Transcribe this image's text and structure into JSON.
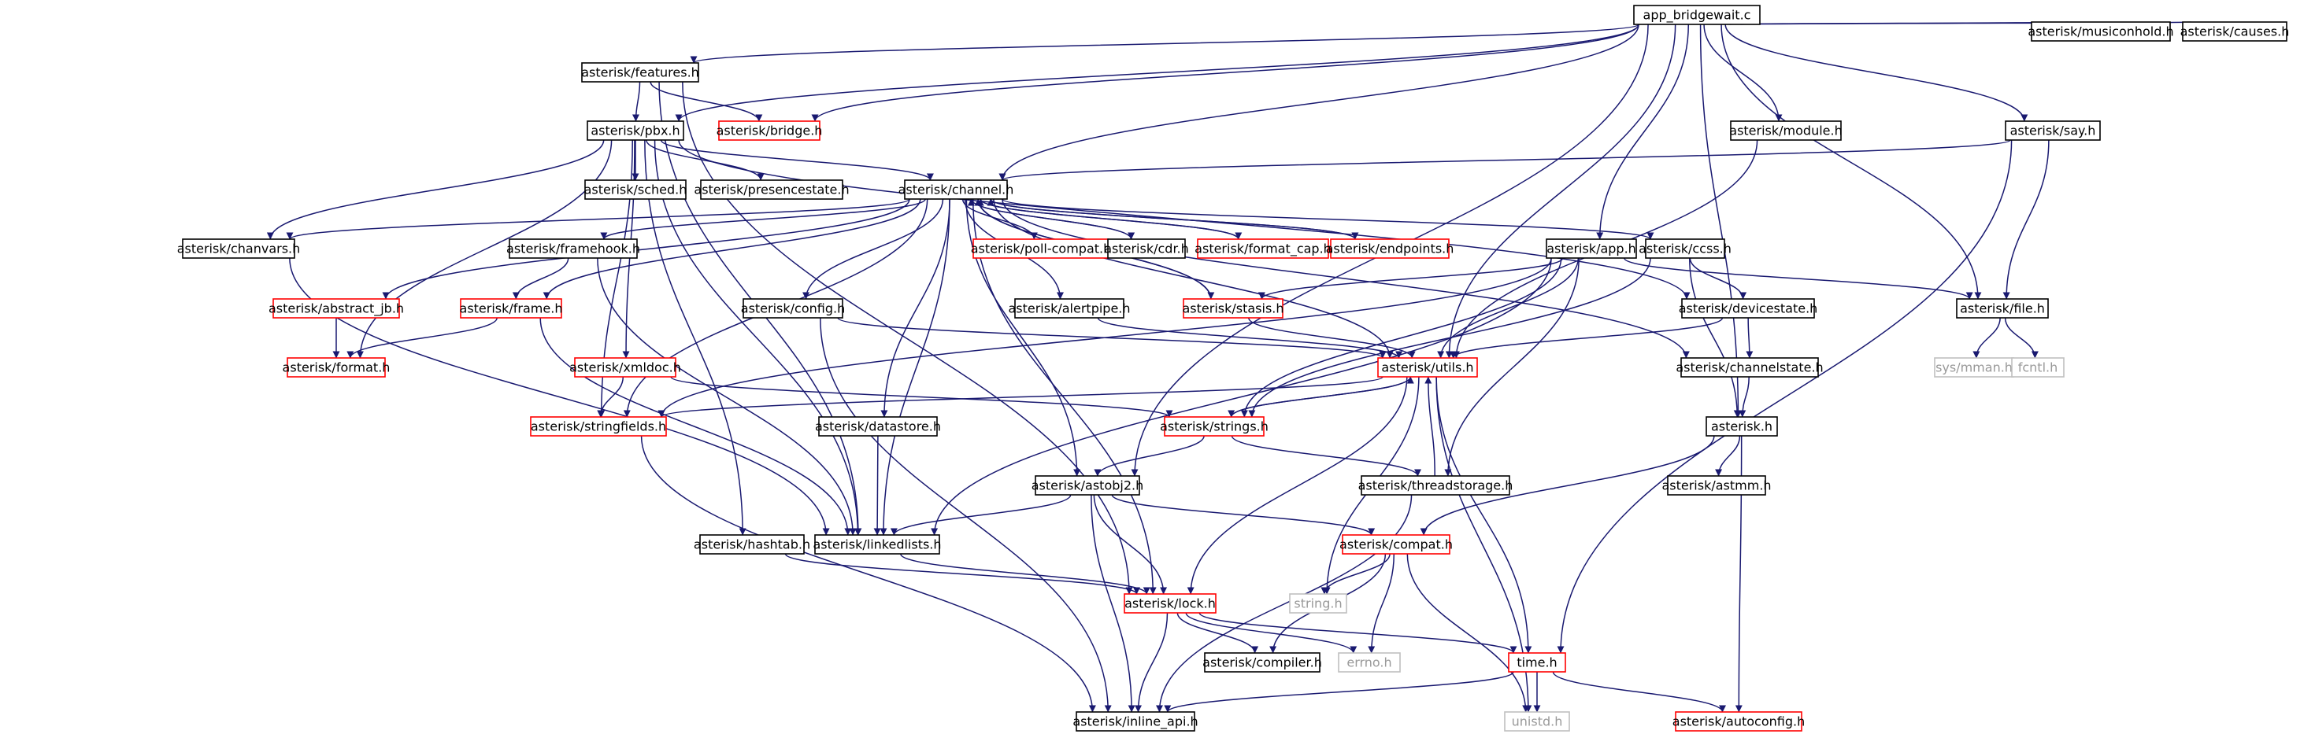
{
  "graph": {
    "nodes": [
      {
        "id": "app_bridgewait",
        "label": "app_bridgewait.c",
        "style": "root"
      },
      {
        "id": "features",
        "label": "asterisk/features.h",
        "style": "normal"
      },
      {
        "id": "bridge",
        "label": "asterisk/bridge.h",
        "style": "red"
      },
      {
        "id": "module",
        "label": "asterisk/module.h",
        "style": "normal"
      },
      {
        "id": "musiconhold",
        "label": "asterisk/musiconhold.h",
        "style": "normal"
      },
      {
        "id": "causes",
        "label": "asterisk/causes.h",
        "style": "normal"
      },
      {
        "id": "pbx",
        "label": "asterisk/pbx.h",
        "style": "normal"
      },
      {
        "id": "say",
        "label": "asterisk/say.h",
        "style": "normal"
      },
      {
        "id": "sched",
        "label": "asterisk/sched.h",
        "style": "normal"
      },
      {
        "id": "presencestate",
        "label": "asterisk/presencestate.h",
        "style": "normal"
      },
      {
        "id": "channel",
        "label": "asterisk/channel.h",
        "style": "normal"
      },
      {
        "id": "chanvars",
        "label": "asterisk/chanvars.h",
        "style": "normal"
      },
      {
        "id": "framehook",
        "label": "asterisk/framehook.h",
        "style": "normal"
      },
      {
        "id": "pollcompat",
        "label": "asterisk/poll-compat.h",
        "style": "red"
      },
      {
        "id": "cdr",
        "label": "asterisk/cdr.h",
        "style": "normal"
      },
      {
        "id": "formatcap",
        "label": "asterisk/format_cap.h",
        "style": "red"
      },
      {
        "id": "endpoints",
        "label": "asterisk/endpoints.h",
        "style": "red"
      },
      {
        "id": "app",
        "label": "asterisk/app.h",
        "style": "normal"
      },
      {
        "id": "ccss",
        "label": "asterisk/ccss.h",
        "style": "normal"
      },
      {
        "id": "abstractjb",
        "label": "asterisk/abstract_jb.h",
        "style": "red"
      },
      {
        "id": "frame",
        "label": "asterisk/frame.h",
        "style": "red"
      },
      {
        "id": "config",
        "label": "asterisk/config.h",
        "style": "normal"
      },
      {
        "id": "alertpipe",
        "label": "asterisk/alertpipe.h",
        "style": "normal"
      },
      {
        "id": "stasis",
        "label": "asterisk/stasis.h",
        "style": "red"
      },
      {
        "id": "devicestate",
        "label": "asterisk/devicestate.h",
        "style": "normal"
      },
      {
        "id": "file",
        "label": "asterisk/file.h",
        "style": "normal"
      },
      {
        "id": "format",
        "label": "asterisk/format.h",
        "style": "red"
      },
      {
        "id": "xmldoc",
        "label": "asterisk/xmldoc.h",
        "style": "red"
      },
      {
        "id": "utils",
        "label": "asterisk/utils.h",
        "style": "red"
      },
      {
        "id": "channelstate",
        "label": "asterisk/channelstate.h",
        "style": "normal"
      },
      {
        "id": "sysmman",
        "label": "sys/mman.h",
        "style": "gray"
      },
      {
        "id": "fcntl",
        "label": "fcntl.h",
        "style": "gray"
      },
      {
        "id": "stringfields",
        "label": "asterisk/stringfields.h",
        "style": "red"
      },
      {
        "id": "datastore",
        "label": "asterisk/datastore.h",
        "style": "normal"
      },
      {
        "id": "strings",
        "label": "asterisk/strings.h",
        "style": "red"
      },
      {
        "id": "asterisk",
        "label": "asterisk.h",
        "style": "normal"
      },
      {
        "id": "astobj2",
        "label": "asterisk/astobj2.h",
        "style": "normal"
      },
      {
        "id": "threadstorage",
        "label": "asterisk/threadstorage.h",
        "style": "normal"
      },
      {
        "id": "astmm",
        "label": "asterisk/astmm.h",
        "style": "normal"
      },
      {
        "id": "hashtab",
        "label": "asterisk/hashtab.h",
        "style": "normal"
      },
      {
        "id": "linkedlists",
        "label": "asterisk/linkedlists.h",
        "style": "normal"
      },
      {
        "id": "compat",
        "label": "asterisk/compat.h",
        "style": "red"
      },
      {
        "id": "string",
        "label": "string.h",
        "style": "gray"
      },
      {
        "id": "lock",
        "label": "asterisk/lock.h",
        "style": "red"
      },
      {
        "id": "compiler",
        "label": "asterisk/compiler.h",
        "style": "normal"
      },
      {
        "id": "errno",
        "label": "errno.h",
        "style": "gray"
      },
      {
        "id": "time",
        "label": "time.h",
        "style": "red"
      },
      {
        "id": "inlineapi",
        "label": "asterisk/inline_api.h",
        "style": "normal"
      },
      {
        "id": "unistd",
        "label": "unistd.h",
        "style": "gray"
      },
      {
        "id": "autoconfig",
        "label": "asterisk/autoconfig.h",
        "style": "red"
      }
    ],
    "edges": [
      [
        "app_bridgewait",
        "features"
      ],
      [
        "app_bridgewait",
        "bridge"
      ],
      [
        "app_bridgewait",
        "pbx"
      ],
      [
        "app_bridgewait",
        "module"
      ],
      [
        "app_bridgewait",
        "musiconhold"
      ],
      [
        "app_bridgewait",
        "causes"
      ],
      [
        "app_bridgewait",
        "say"
      ],
      [
        "app_bridgewait",
        "channel"
      ],
      [
        "app_bridgewait",
        "app"
      ],
      [
        "app_bridgewait",
        "file"
      ],
      [
        "app_bridgewait",
        "utils"
      ],
      [
        "app_bridgewait",
        "asterisk"
      ],
      [
        "app_bridgewait",
        "astobj2"
      ],
      [
        "features",
        "pbx"
      ],
      [
        "features",
        "bridge"
      ],
      [
        "features",
        "lock"
      ],
      [
        "features",
        "linkedlists"
      ],
      [
        "pbx",
        "channel"
      ],
      [
        "pbx",
        "sched"
      ],
      [
        "pbx",
        "presencestate"
      ],
      [
        "pbx",
        "chanvars"
      ],
      [
        "pbx",
        "xmldoc"
      ],
      [
        "pbx",
        "format"
      ],
      [
        "pbx",
        "stringfields"
      ],
      [
        "pbx",
        "devicestate"
      ],
      [
        "pbx",
        "hashtab"
      ],
      [
        "pbx",
        "linkedlists"
      ],
      [
        "say",
        "channel"
      ],
      [
        "say",
        "file"
      ],
      [
        "say",
        "time"
      ],
      [
        "module",
        "utils"
      ],
      [
        "channel",
        "chanvars"
      ],
      [
        "channel",
        "framehook"
      ],
      [
        "channel",
        "pollcompat"
      ],
      [
        "channel",
        "cdr"
      ],
      [
        "channel",
        "formatcap"
      ],
      [
        "channel",
        "endpoints"
      ],
      [
        "channel",
        "ccss"
      ],
      [
        "channel",
        "abstractjb"
      ],
      [
        "channel",
        "frame"
      ],
      [
        "channel",
        "config"
      ],
      [
        "channel",
        "alertpipe"
      ],
      [
        "channel",
        "stasis"
      ],
      [
        "channel",
        "datastore"
      ],
      [
        "channel",
        "channelstate"
      ],
      [
        "channel",
        "utils"
      ],
      [
        "channel",
        "stringfields"
      ],
      [
        "channel",
        "astobj2"
      ],
      [
        "channel",
        "linkedlists"
      ],
      [
        "channel",
        "lock"
      ],
      [
        "chanvars",
        "linkedlists"
      ],
      [
        "framehook",
        "frame"
      ],
      [
        "framehook",
        "linkedlists"
      ],
      [
        "cdr",
        "channel"
      ],
      [
        "formatcap",
        "channel"
      ],
      [
        "endpoints",
        "channel"
      ],
      [
        "stasis",
        "channel"
      ],
      [
        "app",
        "stasis"
      ],
      [
        "app",
        "file"
      ],
      [
        "app",
        "utils"
      ],
      [
        "app",
        "strings"
      ],
      [
        "app",
        "threadstorage"
      ],
      [
        "app",
        "linkedlists"
      ],
      [
        "app",
        "stringfields"
      ],
      [
        "ccss",
        "devicestate"
      ],
      [
        "ccss",
        "asterisk"
      ],
      [
        "ccss",
        "strings"
      ],
      [
        "abstractjb",
        "format"
      ],
      [
        "frame",
        "format"
      ],
      [
        "frame",
        "linkedlists"
      ],
      [
        "config",
        "utils"
      ],
      [
        "config",
        "inlineapi"
      ],
      [
        "alertpipe",
        "utils"
      ],
      [
        "stasis",
        "utils"
      ],
      [
        "devicestate",
        "channelstate"
      ],
      [
        "devicestate",
        "utils"
      ],
      [
        "file",
        "sysmman"
      ],
      [
        "file",
        "fcntl"
      ],
      [
        "xmldoc",
        "stringfields"
      ],
      [
        "xmldoc",
        "strings"
      ],
      [
        "utils",
        "stringfields"
      ],
      [
        "utils",
        "strings"
      ],
      [
        "utils",
        "string"
      ],
      [
        "utils",
        "time"
      ],
      [
        "utils",
        "unistd"
      ],
      [
        "utils",
        "lock"
      ],
      [
        "channelstate",
        "asterisk"
      ],
      [
        "stringfields",
        "inlineapi"
      ],
      [
        "datastore",
        "linkedlists"
      ],
      [
        "strings",
        "utils"
      ],
      [
        "strings",
        "threadstorage"
      ],
      [
        "strings",
        "astobj2"
      ],
      [
        "asterisk",
        "astmm"
      ],
      [
        "asterisk",
        "compat"
      ],
      [
        "asterisk",
        "autoconfig"
      ],
      [
        "astobj2",
        "linkedlists"
      ],
      [
        "astobj2",
        "compat"
      ],
      [
        "astobj2",
        "lock"
      ],
      [
        "astobj2",
        "inlineapi"
      ],
      [
        "threadstorage",
        "utils"
      ],
      [
        "threadstorage",
        "inlineapi"
      ],
      [
        "hashtab",
        "lock"
      ],
      [
        "linkedlists",
        "lock"
      ],
      [
        "compat",
        "compiler"
      ],
      [
        "compat",
        "errno"
      ],
      [
        "compat",
        "string"
      ],
      [
        "compat",
        "unistd"
      ],
      [
        "lock",
        "time"
      ],
      [
        "lock",
        "errno"
      ],
      [
        "lock",
        "compiler"
      ],
      [
        "lock",
        "inlineapi"
      ],
      [
        "time",
        "inlineapi"
      ],
      [
        "time",
        "unistd"
      ],
      [
        "time",
        "autoconfig"
      ]
    ]
  },
  "colors": {
    "edge": "#191970",
    "normal_border": "#000000",
    "red_border": "#ff0000",
    "gray_border": "#bfbfbf",
    "root_fill": "#bfbfbf",
    "text": "#000000",
    "gray_text": "#999999"
  }
}
